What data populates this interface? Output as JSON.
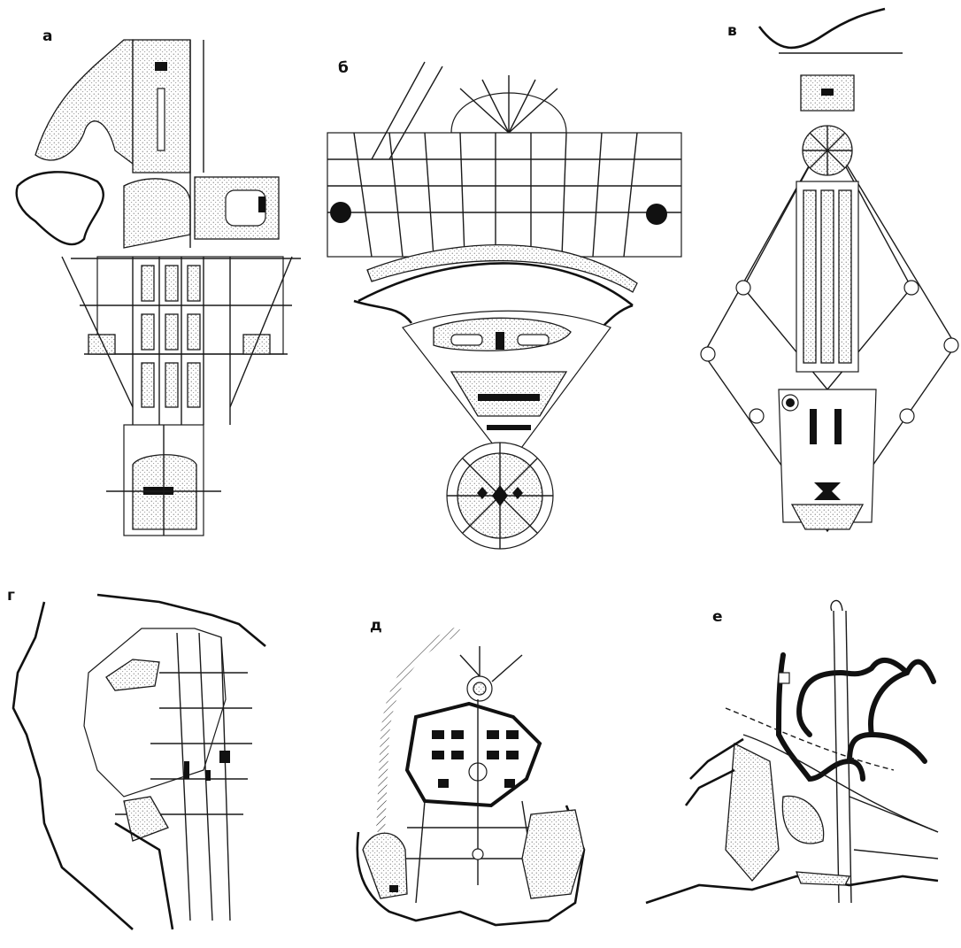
{
  "figure": {
    "plan_labels": [
      "а",
      "б",
      "в",
      "г",
      "д",
      "е"
    ]
  },
  "colors": {
    "ink": "#111111",
    "paper": "#ffffff"
  }
}
